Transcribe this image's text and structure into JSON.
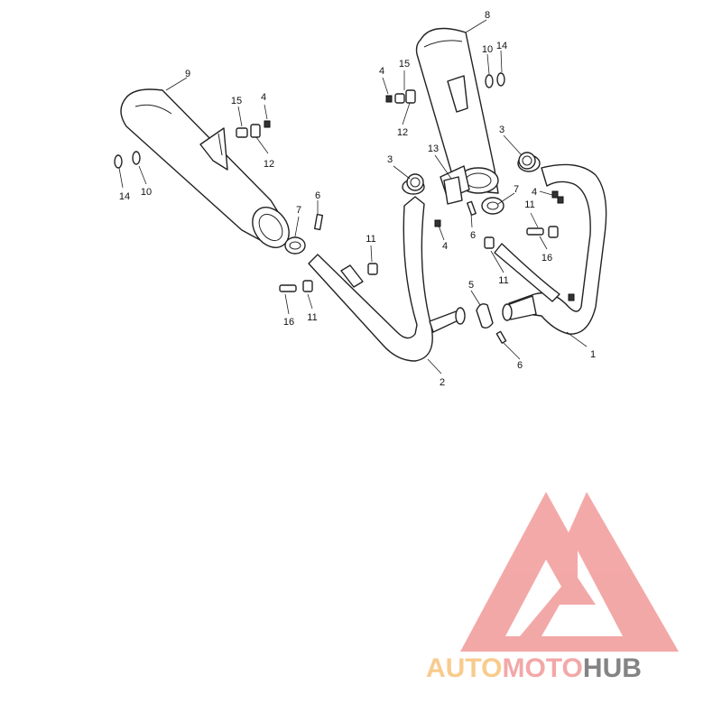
{
  "callouts": {
    "c1": "1",
    "c2": "2",
    "c3a": "3",
    "c3b": "3",
    "c4a": "4",
    "c4b": "4",
    "c4c": "4",
    "c4d": "4",
    "c5": "5",
    "c6a": "6",
    "c6b": "6",
    "c6c": "6",
    "c7a": "7",
    "c7b": "7",
    "c8": "8",
    "c9": "9",
    "c10a": "10",
    "c10b": "10",
    "c11a": "11",
    "c11b": "11",
    "c11c": "11",
    "c11d": "11",
    "c12a": "12",
    "c12b": "12",
    "c13": "13",
    "c14a": "14",
    "c14b": "14",
    "c15a": "15",
    "c15b": "15",
    "c16a": "16",
    "c16b": "16"
  },
  "watermark": {
    "part1": "AUTO",
    "part2": "MOTO",
    "part3": "HUB",
    "color_auto": "#f7c27a",
    "color_moto": "#f29a9a",
    "color_hub": "#6f6f6f",
    "logo_color": "#f29a9a"
  }
}
